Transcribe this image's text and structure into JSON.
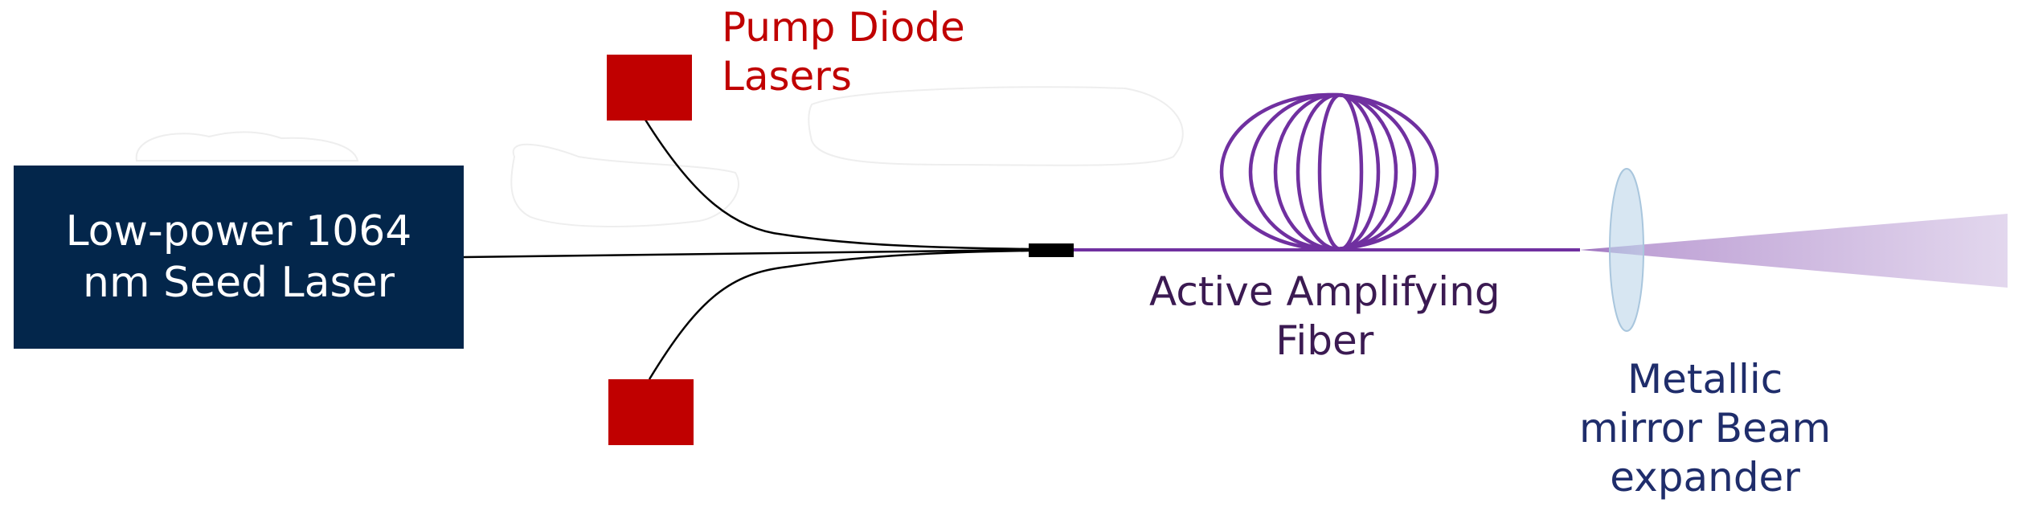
{
  "seed_laser": {
    "line1": "Low-power 1064",
    "line2": "nm Seed Laser",
    "fill": "#03264b",
    "text_color": "#ffffff"
  },
  "pump_lasers": {
    "line1": "Pump Diode",
    "line2": "Lasers",
    "color": "#c00000"
  },
  "amplifying_fiber": {
    "line1": "Active Amplifying",
    "line2": "Fiber",
    "color": "#7030a0",
    "label_color": "#3b1a52"
  },
  "beam_expander": {
    "line1": "Metallic",
    "line2": "mirror Beam",
    "line3": "expander",
    "color": "#1f2d6b",
    "lens_color": "#bcd6ea",
    "beam_color": "#c9b2dd"
  },
  "combiner": {
    "color": "#000000"
  }
}
